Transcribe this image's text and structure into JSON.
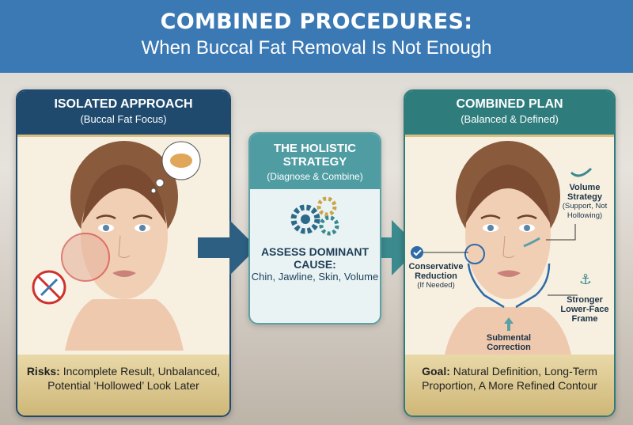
{
  "header": {
    "title": "COMBINED PROCEDURES:",
    "subtitle": "When Buccal Fat Removal Is Not Enough"
  },
  "left": {
    "title": "ISOLATED APPROACH",
    "subtitle": "(Buccal Fat Focus)",
    "footer_label": "Risks:",
    "footer_text": "Incomplete Result, Unbalanced, Potential ‘Hollowed’ Look Later"
  },
  "middle": {
    "title": "THE HOLISTIC STRATEGY",
    "subtitle": "(Diagnose & Combine)",
    "heading": "ASSESS DOMINANT CAUSE:",
    "text": "Chin, Jawline, Skin, Volume"
  },
  "right": {
    "title": "COMBINED PLAN",
    "subtitle": "(Balanced & Defined)",
    "footer_label": "Goal:",
    "footer_text": "Natural Definition, Long-Term Proportion, A More Refined Contour",
    "annotations": {
      "volume": {
        "title": "Volume Strategy",
        "note": "(Support, Not Hollowing)"
      },
      "conservative": {
        "title": "Conservative Reduction",
        "note": "(If Needed)"
      },
      "frame": {
        "title": "Stronger Lower-Face Frame"
      },
      "submental": {
        "title": "Submental Correction"
      }
    }
  },
  "colors": {
    "header": "#3b79b4",
    "left_panel": "#1f4a6e",
    "right_panel": "#2f7c7c",
    "middle_panel": "#4f9da3",
    "footer_gold": "#d8bf82"
  }
}
